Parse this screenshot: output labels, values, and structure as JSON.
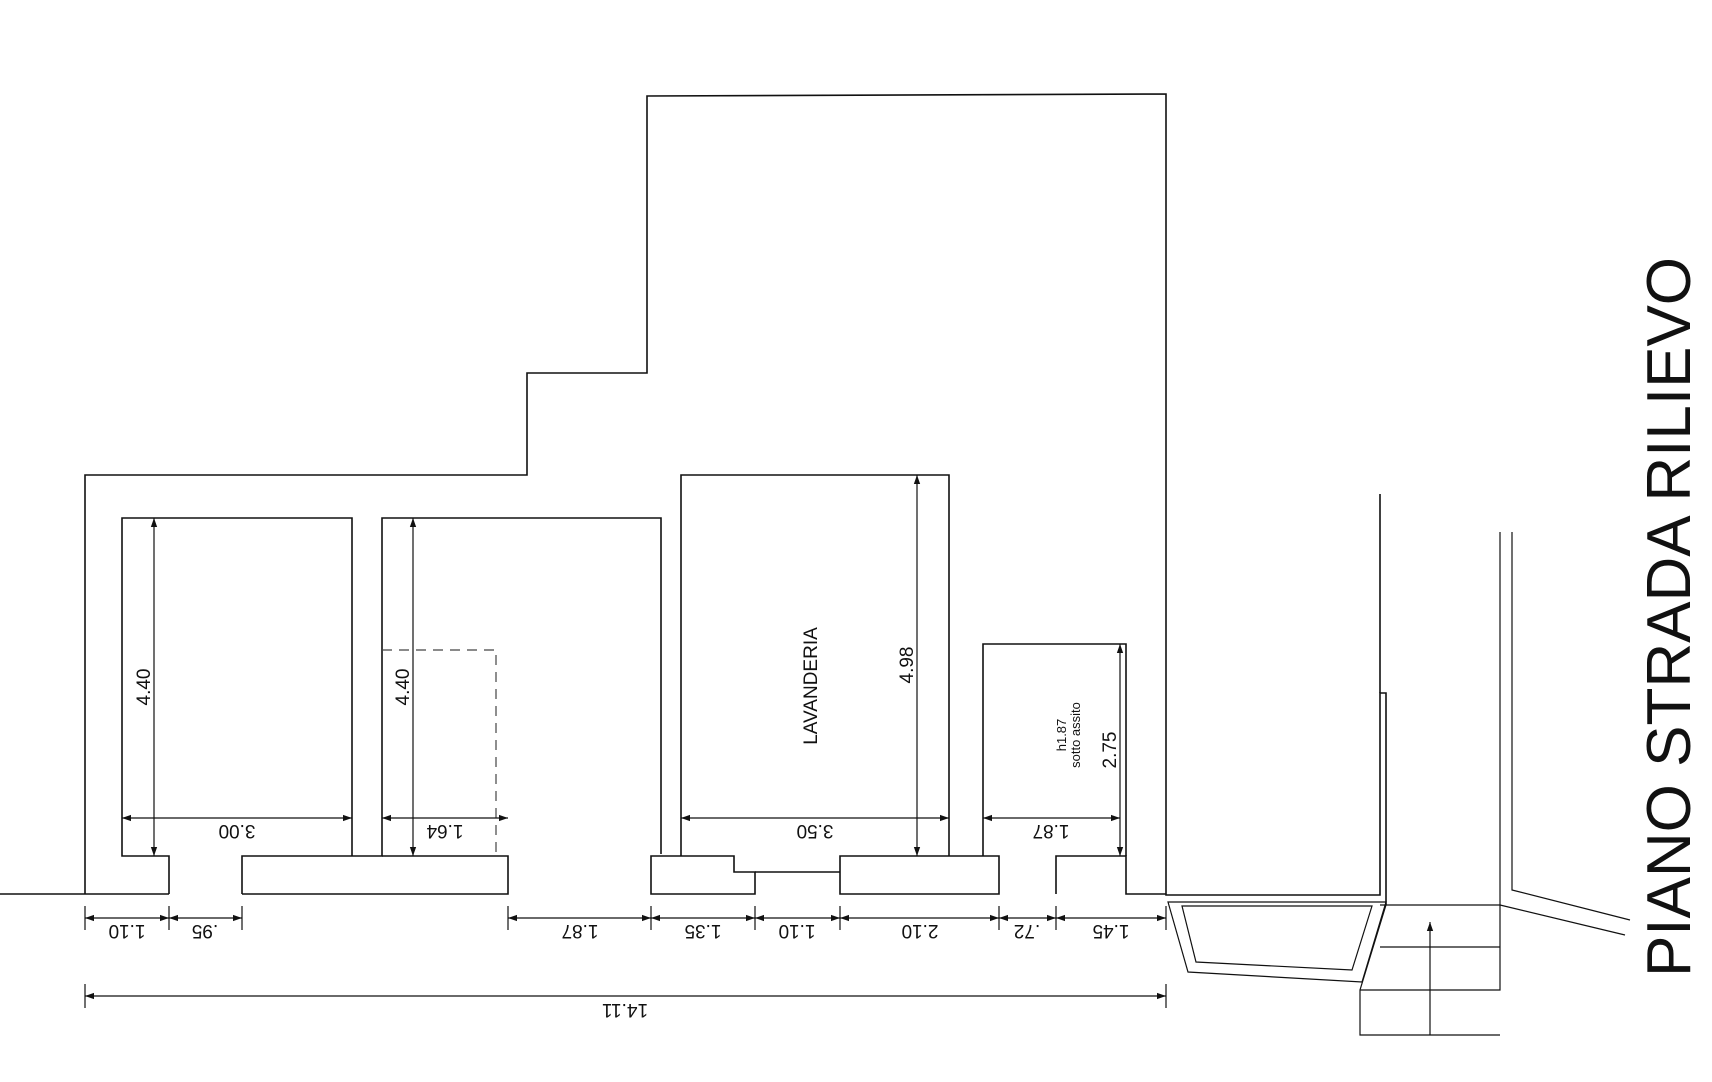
{
  "title": "PIANO STRADA RILIEVO",
  "room_label": "LAVANDERIA",
  "note": {
    "line1": "h1.87",
    "line2": "sotto assito"
  },
  "dimensions": {
    "room1_height": "4.40",
    "room1_width": "3.00",
    "room2_height": "4.40",
    "room2_width": "1.64",
    "laundry_height": "4.98",
    "laundry_width": "3.50",
    "small_room_height": "2.75",
    "small_room_width": "1.87",
    "bottom_1": "1.10",
    "bottom_2": ".95",
    "bottom_3": "1.87",
    "bottom_4": "1.35",
    "bottom_5": "1.10",
    "bottom_6": "2.10",
    "bottom_7": ".72",
    "bottom_8": "1.45",
    "total": "14.11"
  },
  "colors": {
    "line": "#111111",
    "background": "#ffffff"
  }
}
